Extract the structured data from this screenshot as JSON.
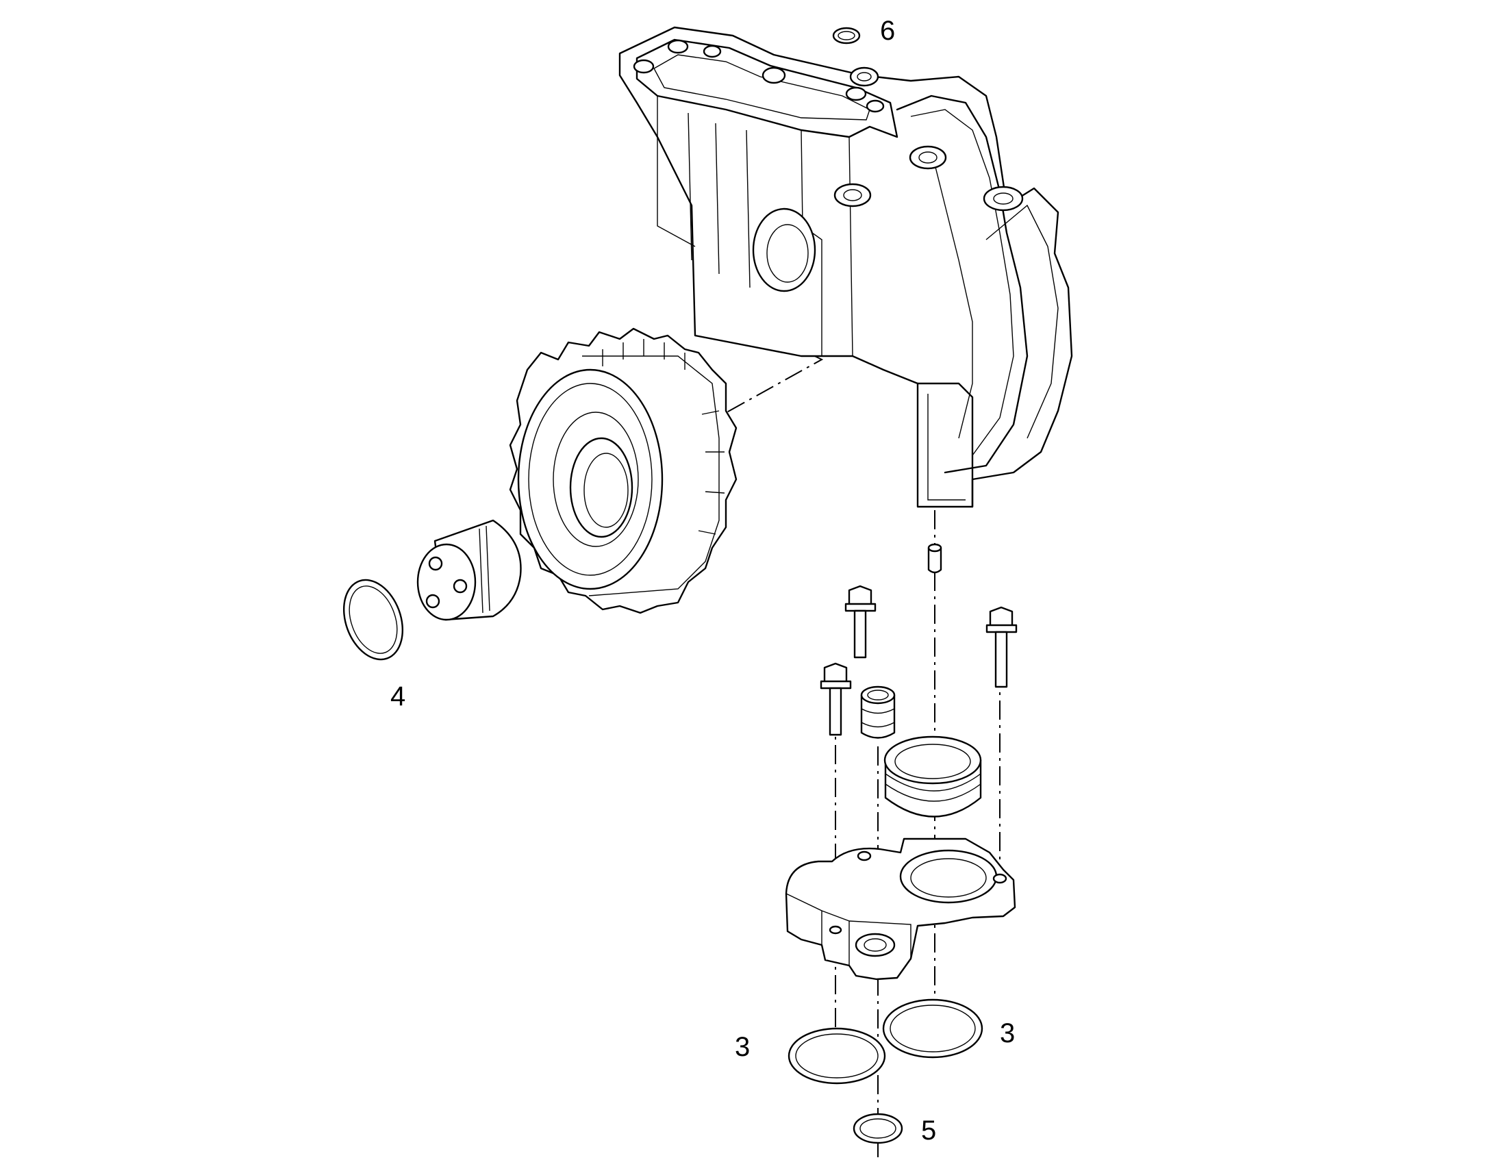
{
  "callouts": {
    "pump_housing_ring": "6",
    "shaft_ring": "4",
    "cover_ring_left": "3",
    "cover_ring_right": "3",
    "small_ring": "5"
  }
}
